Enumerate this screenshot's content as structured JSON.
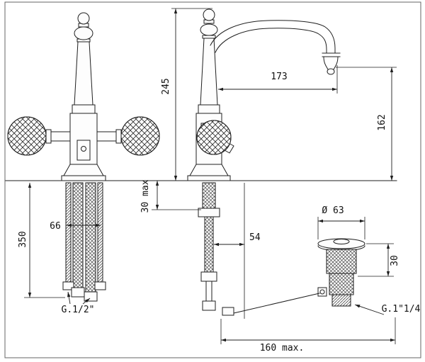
{
  "colors": {
    "line": "#1f1f1f",
    "background": "#ffffff"
  },
  "labels": {
    "total_height": "245",
    "spout_reach": "173",
    "spout_height": "162",
    "deck_thickness": "30 max",
    "hose_length": "350",
    "inlet_spacing": "66",
    "drain_offset": "54",
    "supply_thread": "G.1/2\"",
    "drain_diameter": "Ø 63",
    "drain_flange_height": "30",
    "drain_thread": "G.1\"1/4",
    "popup_rod_max": "160 max."
  }
}
